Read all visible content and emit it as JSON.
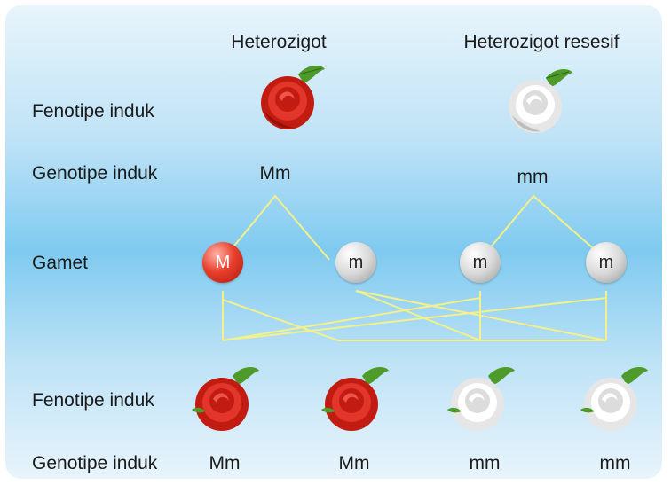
{
  "parents": {
    "left": {
      "label": "Heterozigot",
      "genotype": "Mm",
      "flower": "red-rose"
    },
    "right": {
      "label": "Heterozigot resesif",
      "genotype": "mm",
      "flower": "white-rose"
    }
  },
  "row_labels": {
    "fenotipe_parent": "Fenotipe induk",
    "genotipe_parent": "Genotipe induk",
    "gamet": "Gamet",
    "fenotipe_offspring": "Fenotipe induk",
    "genotipe_offspring": "Genotipe induk"
  },
  "gametes": [
    "M",
    "m",
    "m",
    "m"
  ],
  "offspring": [
    {
      "genotype": "Mm",
      "flower": "red-rose"
    },
    {
      "genotype": "Mm",
      "flower": "red-rose"
    },
    {
      "genotype": "mm",
      "flower": "white-rose"
    },
    {
      "genotype": "mm",
      "flower": "white-rose"
    }
  ],
  "colors": {
    "line": "#f4f08a",
    "red": "#d3241a",
    "white": "#f2f2f2",
    "leaf": "#4e9a2a"
  }
}
